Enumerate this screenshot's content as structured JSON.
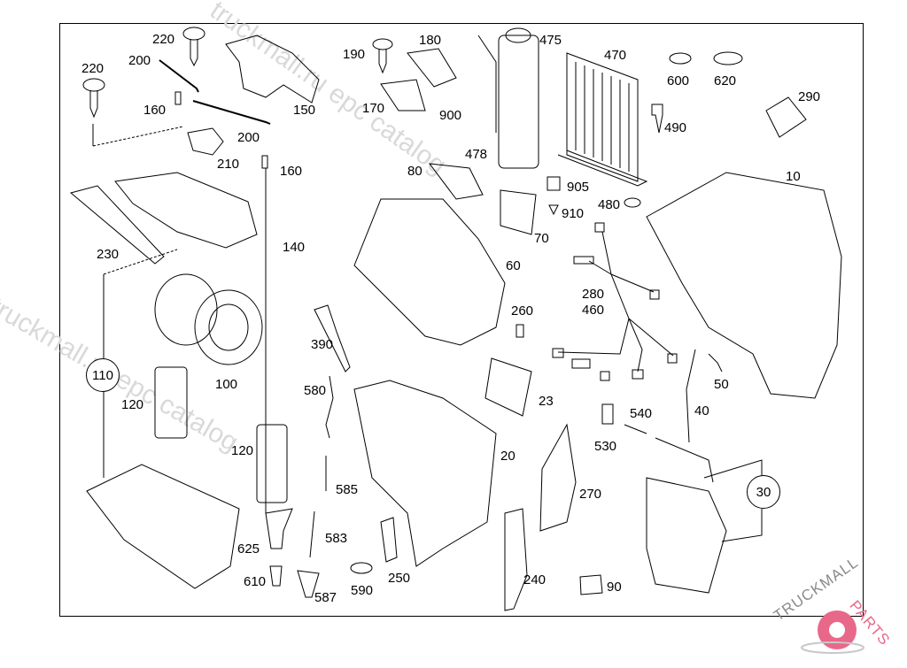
{
  "diagram": {
    "title": "Heater / air conditioning housing exploded parts diagram",
    "callouts": [
      {
        "id": "l220a",
        "text": "220"
      },
      {
        "id": "l220b",
        "text": "220"
      },
      {
        "id": "l200a",
        "text": "200"
      },
      {
        "id": "l200b",
        "text": "200"
      },
      {
        "id": "l160a",
        "text": "160"
      },
      {
        "id": "l160b",
        "text": "160"
      },
      {
        "id": "l150",
        "text": "150"
      },
      {
        "id": "l210",
        "text": "210"
      },
      {
        "id": "l190",
        "text": "190"
      },
      {
        "id": "l180",
        "text": "180"
      },
      {
        "id": "l170",
        "text": "170"
      },
      {
        "id": "l900",
        "text": "900"
      },
      {
        "id": "l475",
        "text": "475"
      },
      {
        "id": "l478",
        "text": "478"
      },
      {
        "id": "l470",
        "text": "470"
      },
      {
        "id": "l600",
        "text": "600"
      },
      {
        "id": "l620",
        "text": "620"
      },
      {
        "id": "l490",
        "text": "490"
      },
      {
        "id": "l290",
        "text": "290"
      },
      {
        "id": "l80",
        "text": "80"
      },
      {
        "id": "l905",
        "text": "905"
      },
      {
        "id": "l910",
        "text": "910"
      },
      {
        "id": "l480",
        "text": "480"
      },
      {
        "id": "l10",
        "text": "10"
      },
      {
        "id": "l230",
        "text": "230"
      },
      {
        "id": "l140",
        "text": "140"
      },
      {
        "id": "l70",
        "text": "70"
      },
      {
        "id": "l60",
        "text": "60"
      },
      {
        "id": "l280",
        "text": "280"
      },
      {
        "id": "l460",
        "text": "460"
      },
      {
        "id": "l100",
        "text": "100"
      },
      {
        "id": "l120a",
        "text": "120"
      },
      {
        "id": "l120b",
        "text": "120"
      },
      {
        "id": "l390",
        "text": "390"
      },
      {
        "id": "l260",
        "text": "260"
      },
      {
        "id": "l580",
        "text": "580"
      },
      {
        "id": "l23",
        "text": "23"
      },
      {
        "id": "l50",
        "text": "50"
      },
      {
        "id": "l40",
        "text": "40"
      },
      {
        "id": "l540",
        "text": "540"
      },
      {
        "id": "l530",
        "text": "530"
      },
      {
        "id": "l20",
        "text": "20"
      },
      {
        "id": "l270",
        "text": "270"
      },
      {
        "id": "l585",
        "text": "585"
      },
      {
        "id": "l583",
        "text": "583"
      },
      {
        "id": "l625",
        "text": "625"
      },
      {
        "id": "l610",
        "text": "610"
      },
      {
        "id": "l587",
        "text": "587"
      },
      {
        "id": "l590",
        "text": "590"
      },
      {
        "id": "l250",
        "text": "250"
      },
      {
        "id": "l240",
        "text": "240"
      },
      {
        "id": "l90",
        "text": "90"
      }
    ],
    "circled_callouts": [
      {
        "id": "c110",
        "text": "110"
      },
      {
        "id": "c30",
        "text": "30"
      }
    ]
  },
  "watermark": {
    "text_a": "truckmall.ru epc catalog",
    "text_b": "truckmall.ru epc catalog"
  },
  "logo": {
    "word_a": "TRUCKMALL",
    "word_b": "PARTS",
    "accent_color": "#e8688a",
    "gray_color": "#8a8a8a"
  }
}
